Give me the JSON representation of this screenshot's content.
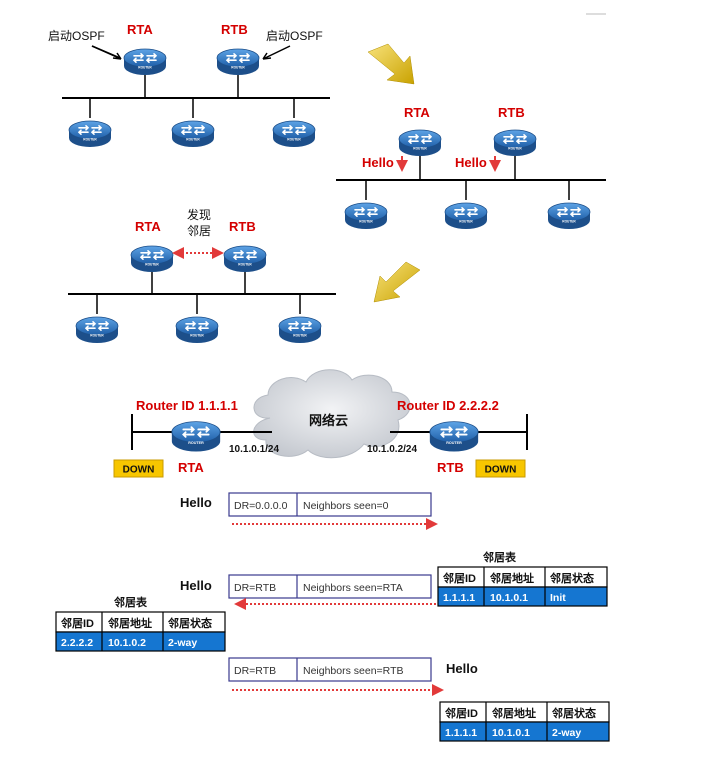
{
  "colors": {
    "router_blue": "#2e78c8",
    "router_dark": "#1d4f8a",
    "link_red": "#e23a3a",
    "status_yellow": "#f7c600",
    "table_blue": "#1576d1",
    "box_border": "#3a3a8e",
    "cloud_gray": "#cfd3da"
  },
  "icons": {
    "router": "router-icon",
    "cloud": "cloud-icon",
    "arrow": "yellow-arrow-icon"
  },
  "router_badge": "ROUTER",
  "scene1": {
    "rta": "RTA",
    "rtb": "RTB",
    "start_left": "启动OSPF",
    "start_right": "启动OSPF"
  },
  "scene2": {
    "rta": "RTA",
    "rtb": "RTB",
    "hello_a": "Hello",
    "hello_b": "Hello"
  },
  "scene3": {
    "rta": "RTA",
    "rtb": "RTB",
    "discover_line1": "发现",
    "discover_line2": "邻居"
  },
  "exchange": {
    "rta_id": "Router ID 1.1.1.1",
    "rtb_id": "Router ID 2.2.2.2",
    "rta": "RTA",
    "rtb": "RTB",
    "rta_ip": "10.1.0.1/24",
    "rtb_ip": "10.1.0.2/24",
    "cloud": "网络云",
    "rta_status": "DOWN",
    "rtb_status": "DOWN"
  },
  "packets": [
    {
      "label": "Hello",
      "dr": "DR=0.0.0.0",
      "neighbors": "Neighbors seen=0"
    },
    {
      "label": "Hello",
      "dr": "DR=RTB",
      "neighbors": "Neighbors seen=RTA"
    },
    {
      "label": "Hello",
      "dr": "DR=RTB",
      "neighbors": "Neighbors seen=RTB"
    }
  ],
  "tables": [
    {
      "title": "邻居表",
      "headers": [
        "邻居ID",
        "邻居地址",
        "邻居状态"
      ],
      "row": [
        "1.1.1.1",
        "10.1.0.1",
        "Init"
      ]
    },
    {
      "title": "邻居表",
      "headers": [
        "邻居ID",
        "邻居地址",
        "邻居状态"
      ],
      "row": [
        "2.2.2.2",
        "10.1.0.2",
        "2-way"
      ]
    },
    {
      "title": "",
      "headers": [
        "邻居ID",
        "邻居地址",
        "邻居状态"
      ],
      "row": [
        "1.1.1.1",
        "10.1.0.1",
        "2-way"
      ]
    }
  ]
}
